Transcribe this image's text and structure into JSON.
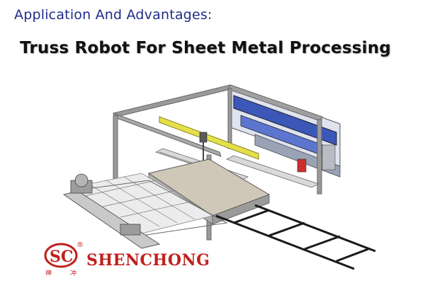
{
  "header": {
    "subtitle": "Application And Advantages:",
    "title": "Truss Robot For Sheet Metal Processing"
  },
  "logo": {
    "brand": "SHENCHONG",
    "registered_mark": "®",
    "chinese_chars": "神冲",
    "accent_color": "#c0201d"
  },
  "colors": {
    "subtitle": "#1f2d8a",
    "gantry_beam": "#e3e04a",
    "press_brake": "#3b57b8",
    "frame": "#8a8a8a"
  },
  "icons": {
    "brand_mark": "sc-logo-icon"
  }
}
